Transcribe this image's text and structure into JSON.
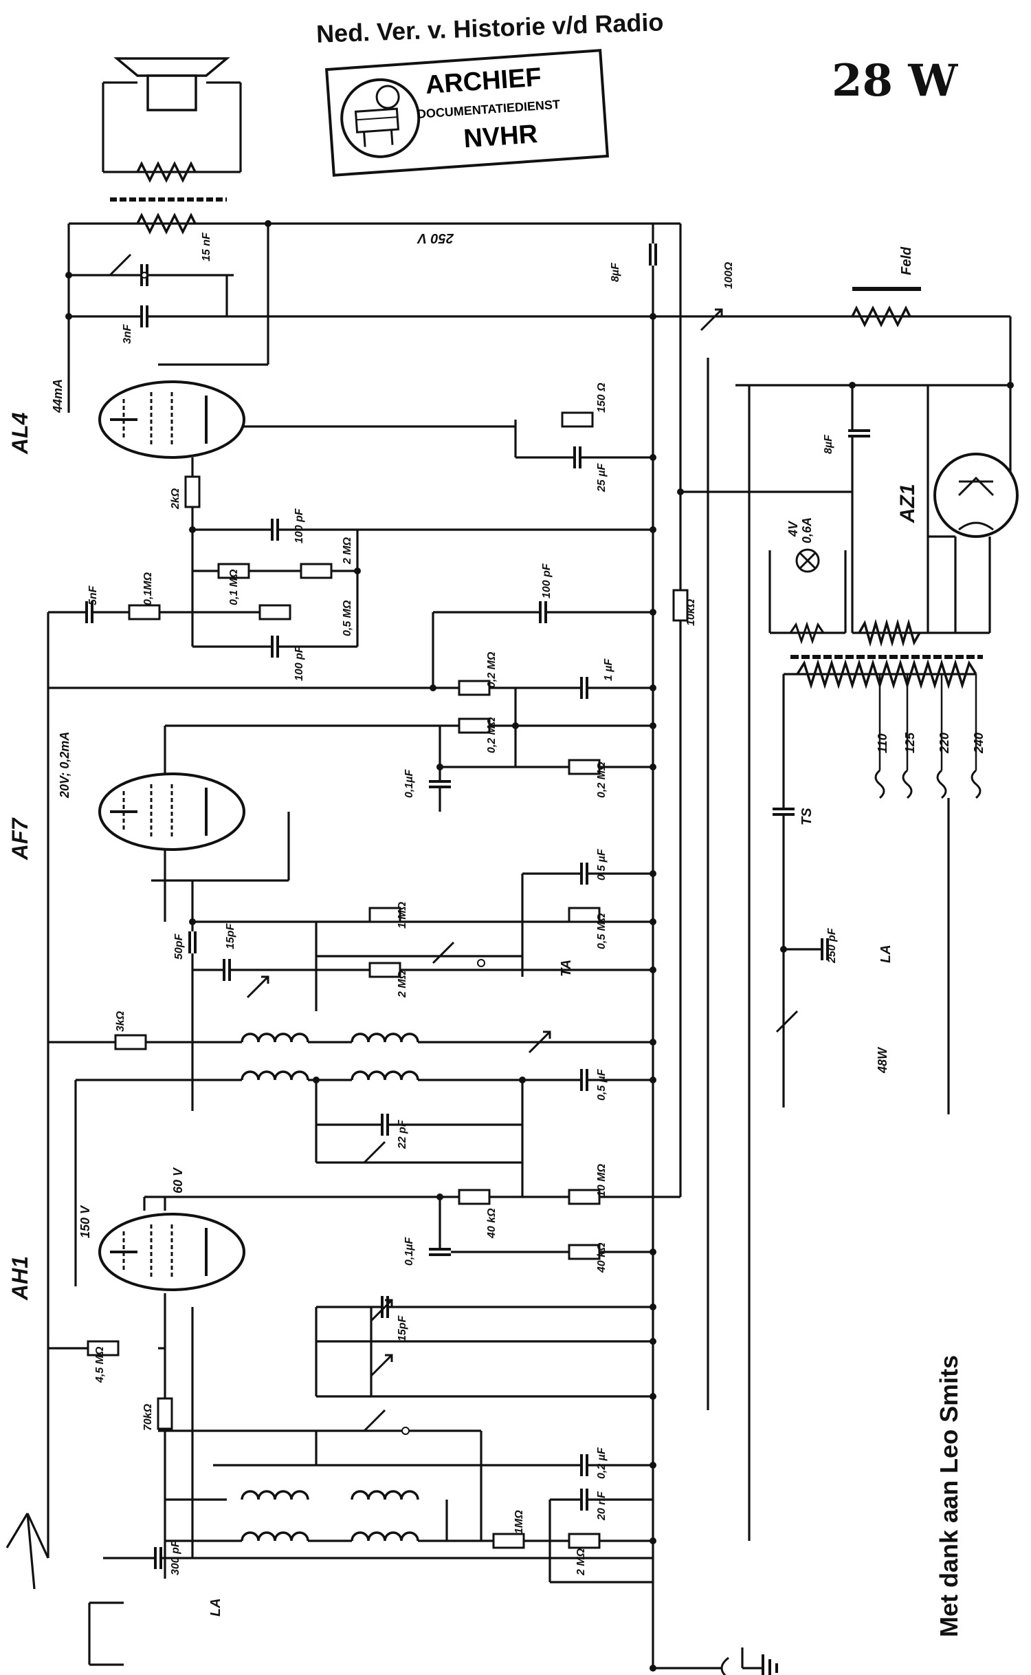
{
  "header": {
    "title": "Ned. Ver. v. Historie v/d Radio",
    "model": "28 W"
  },
  "stamp": {
    "line1": "ARCHIEF",
    "line2": "DOCUMENTATIEDIENST",
    "line3": "NVHR"
  },
  "footer": {
    "credit": "Met dank aan Leo Smits"
  },
  "tubes": {
    "output": "AL4",
    "af": "AF7",
    "hf": "AH1",
    "rectifier": "AZ1"
  },
  "labels": {
    "v250": "250 V",
    "ma44": "44mA",
    "af7_op": "20V; 0,2mA",
    "v150": "150 V",
    "v60": "60 V",
    "lamp_v": "4V",
    "lamp_a": "0,6A",
    "field": "Feld",
    "ts": "TS",
    "w48": "48W",
    "la1": "LA",
    "la2": "LA",
    "ta": "TA",
    "tap110": "110",
    "tap125": "125",
    "tap220": "220",
    "tap240": "240"
  },
  "values": {
    "c15nf": "15 nF",
    "c3nf": "3nF",
    "c8uf_a": "8µF",
    "r100_pot": "100Ω",
    "r150": "150 Ω",
    "c25uf": "25 µF",
    "c8uf_b": "8µF",
    "r2k": "2kΩ",
    "c100pf_a": "100 pF",
    "r2m_a": "2 MΩ",
    "c5nf": "5nF",
    "r01m": "0,1MΩ",
    "r01m_b": "0,1 MΩ",
    "pot05m": "0,5 MΩ",
    "c100pf_b": "100 pF",
    "c100pf_c": "100 pF",
    "r10k": "10kΩ",
    "r02m_a": "0,2 MΩ",
    "c1uf": "1 µF",
    "r02m_b": "0,2 MΩ",
    "c01uf_a": "0,1µF",
    "r02m_c": "0,2 MΩ",
    "c05uf_a": "0,5 µF",
    "r1m": "1 MΩ",
    "r05m": "0,5 MΩ",
    "c50pf": "50pF",
    "c15pf_a": "15pF",
    "r2m_b": "2 MΩ",
    "r3k": "3kΩ",
    "c05uf_b": "0,5 µF",
    "c22pf": "22 pF",
    "r10m": "10 MΩ",
    "r40k_a": "40 kΩ",
    "r40k_b": "40 kΩ",
    "c01uf_b": "0,1µF",
    "c15pf_b": "15pF",
    "r45m": "4,5 MΩ",
    "r70k": "70kΩ",
    "c02uf": "0,2 µF",
    "r1m_b": "1MΩ",
    "c20nf": "20 nF",
    "r2m_c": "2 MΩ",
    "c300pf": "300 pF",
    "c250pf": "250 pF"
  }
}
